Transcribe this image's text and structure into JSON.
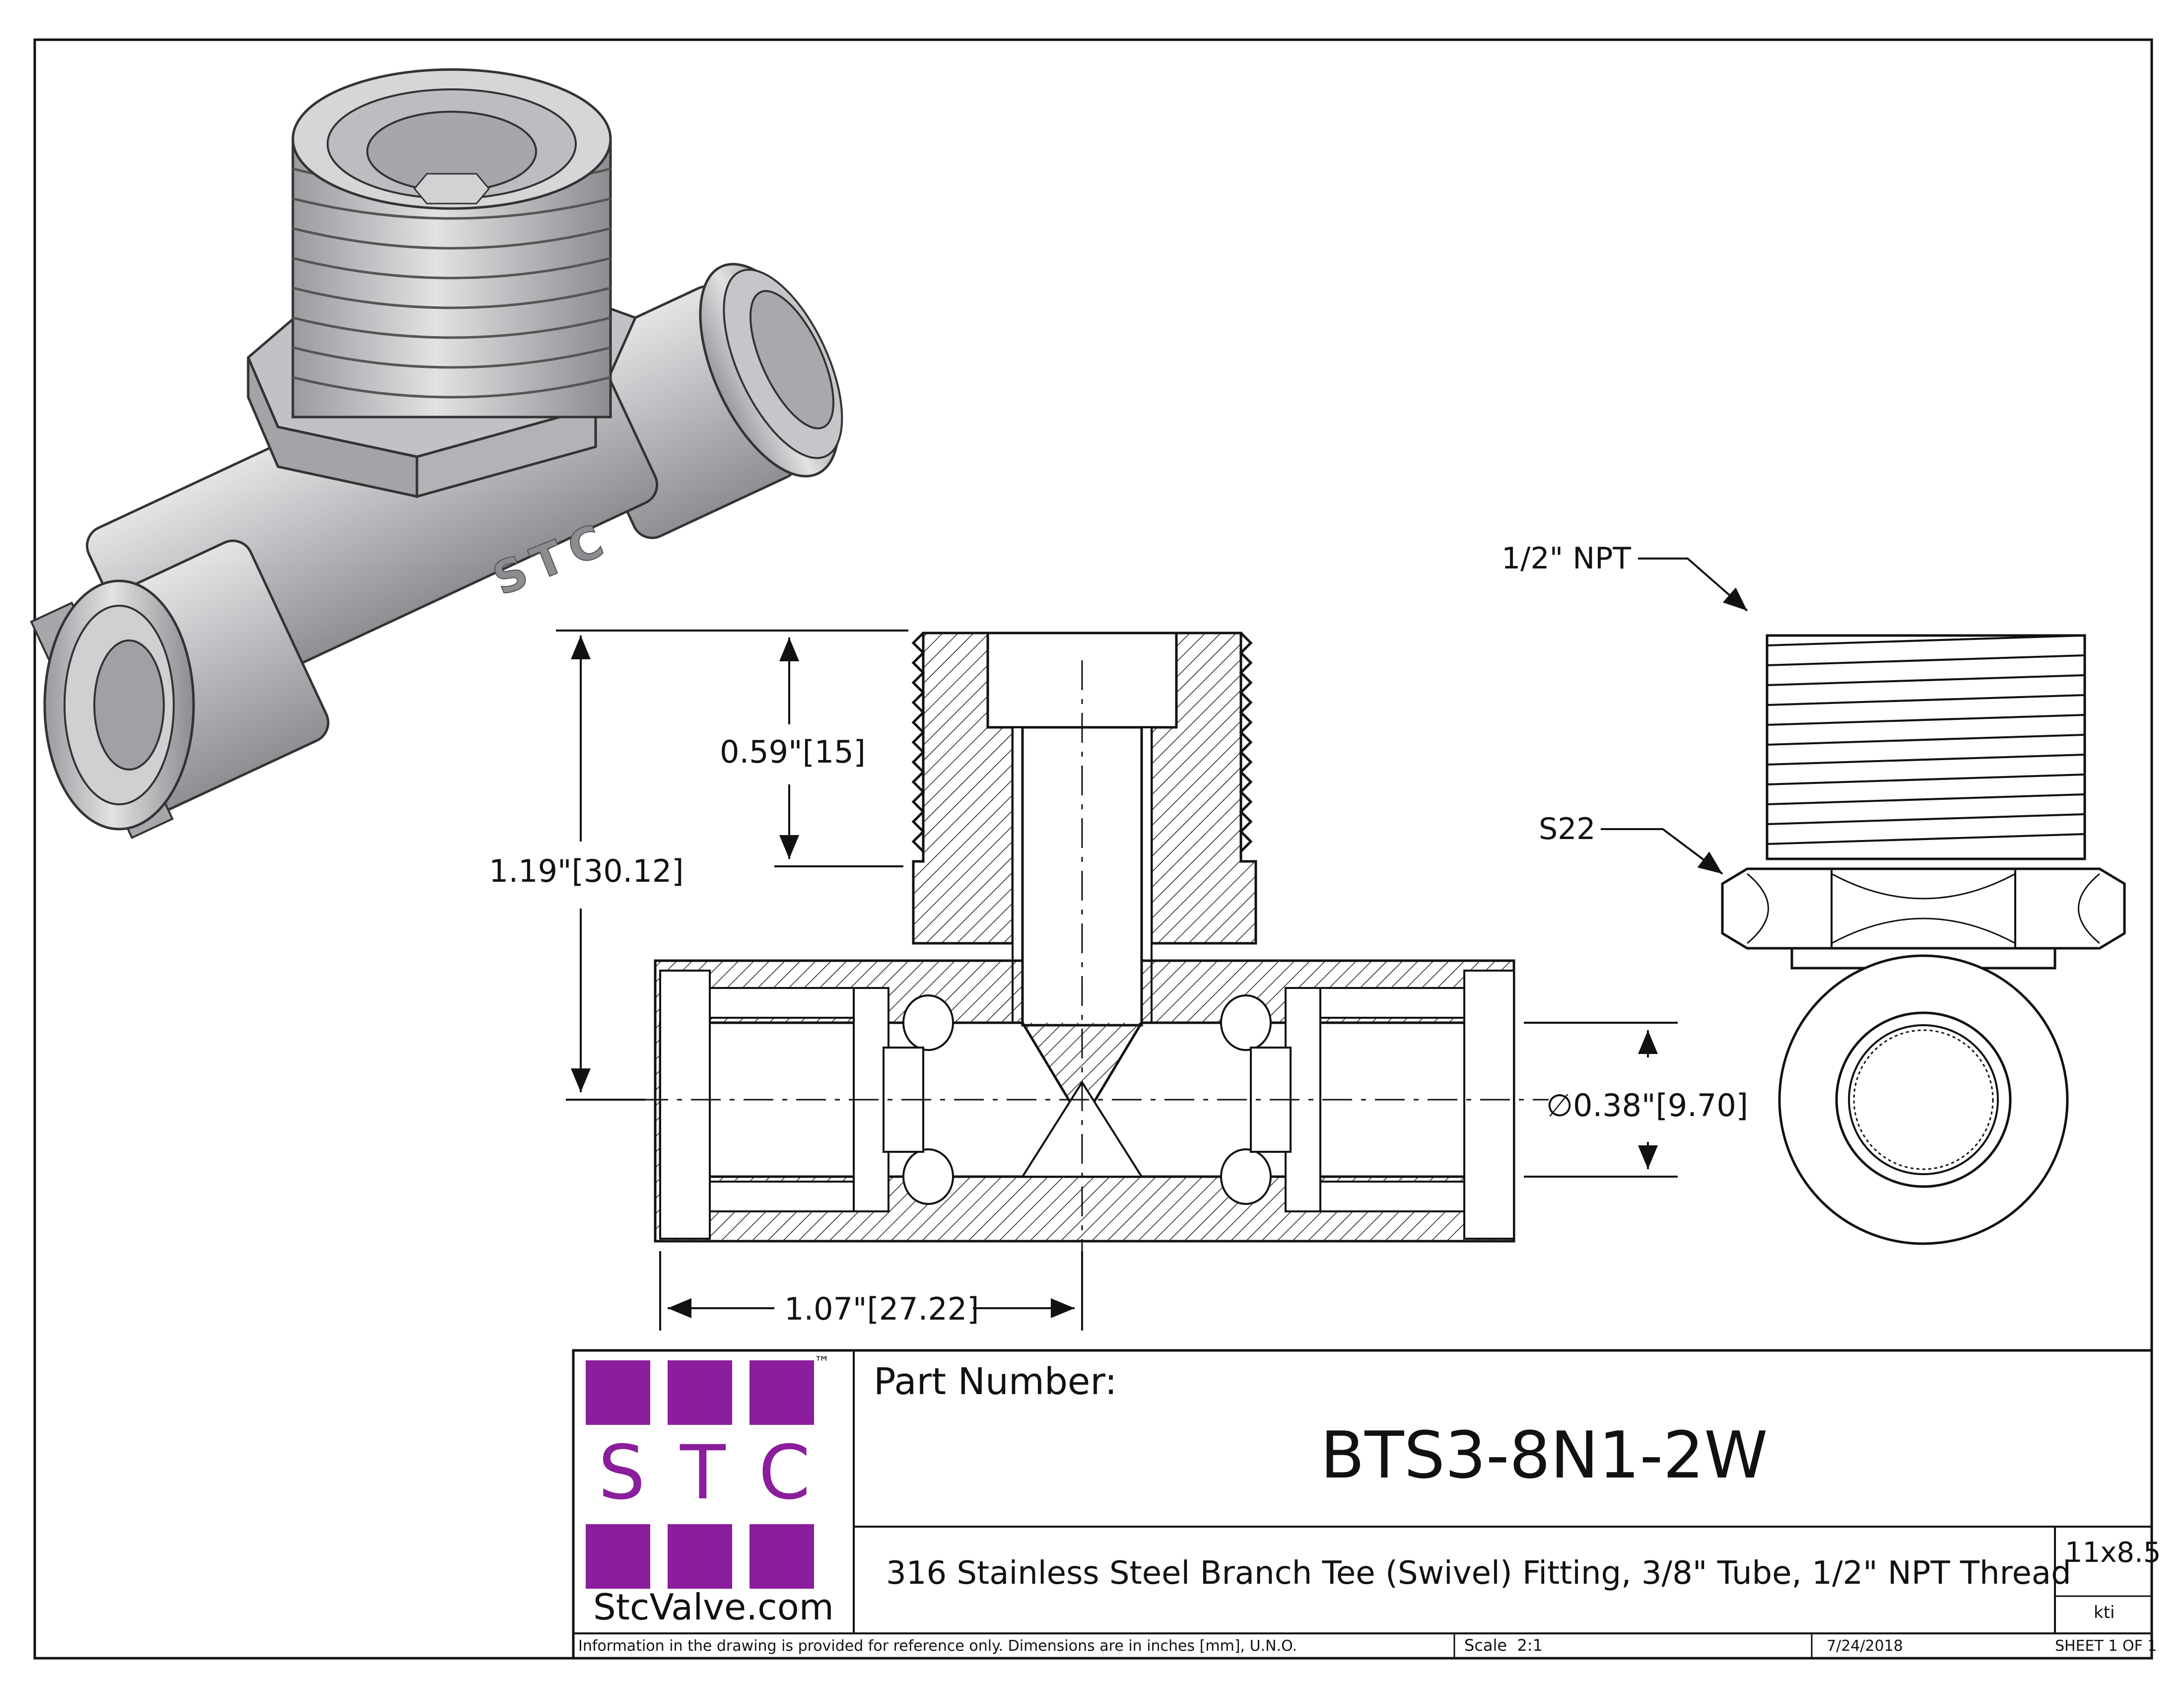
{
  "dimensions": {
    "overall_height": "1.19\"[30.12]",
    "thread_depth": "0.59\"[15]",
    "bore": "∅0.38\"[9.70]",
    "half_width": "1.07\"[27.22]"
  },
  "callouts": {
    "thread": "1/2\" NPT",
    "hex": "S22"
  },
  "iso_view": {
    "engraving": "STC"
  },
  "title_block": {
    "logo_letters": [
      "S",
      "T",
      "C"
    ],
    "logo_tm": "™",
    "logo_site": "StcValve.com",
    "part_number_label": "Part Number:",
    "part_number": "BTS3-8N1-2W",
    "description": "316 Stainless Steel Branch Tee (Swivel) Fitting, 3/8\" Tube, 1/2\" NPT Thread",
    "paper_size": "11x8.5",
    "drawn_by": "kti",
    "note": "Information in the drawing is provided for reference only. Dimensions are in inches [mm], U.N.O.",
    "scale": "Scale  2:1",
    "date": "7/24/2018",
    "sheet": "SHEET 1 OF 1"
  },
  "colors": {
    "logo_purple": "#8a1e9c",
    "metal_light": "#cfcfd2",
    "metal_dark": "#8e8e93"
  }
}
